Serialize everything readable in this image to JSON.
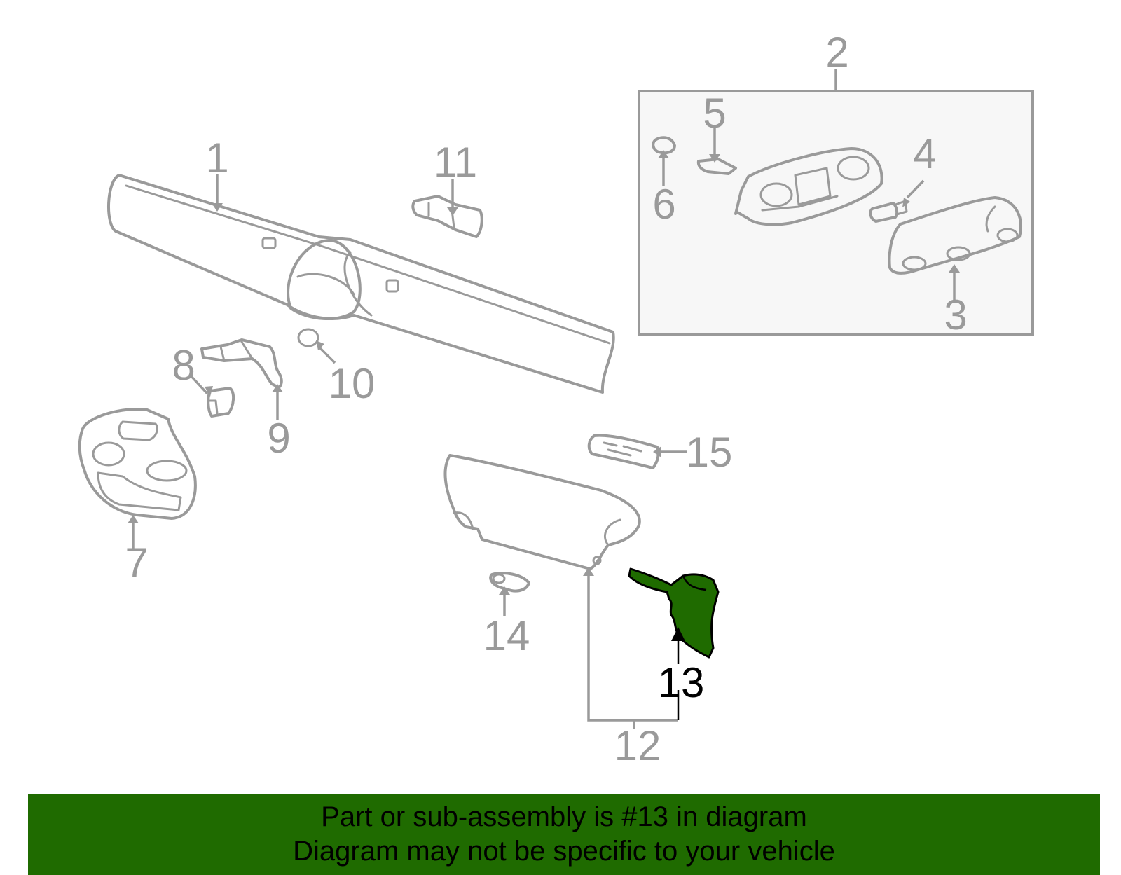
{
  "callouts": {
    "c1": "1",
    "c2": "2",
    "c3": "3",
    "c4": "4",
    "c5": "5",
    "c6": "6",
    "c7": "7",
    "c8": "8",
    "c9": "9",
    "c10": "10",
    "c11": "11",
    "c12": "12",
    "c13": "13",
    "c14": "14",
    "c15": "15"
  },
  "highlight": {
    "part": "13",
    "color": "#1f6b00"
  },
  "banner": {
    "line1": "Part or sub-assembly is #13 in diagram",
    "line2": "Diagram may not be specific to your vehicle"
  }
}
